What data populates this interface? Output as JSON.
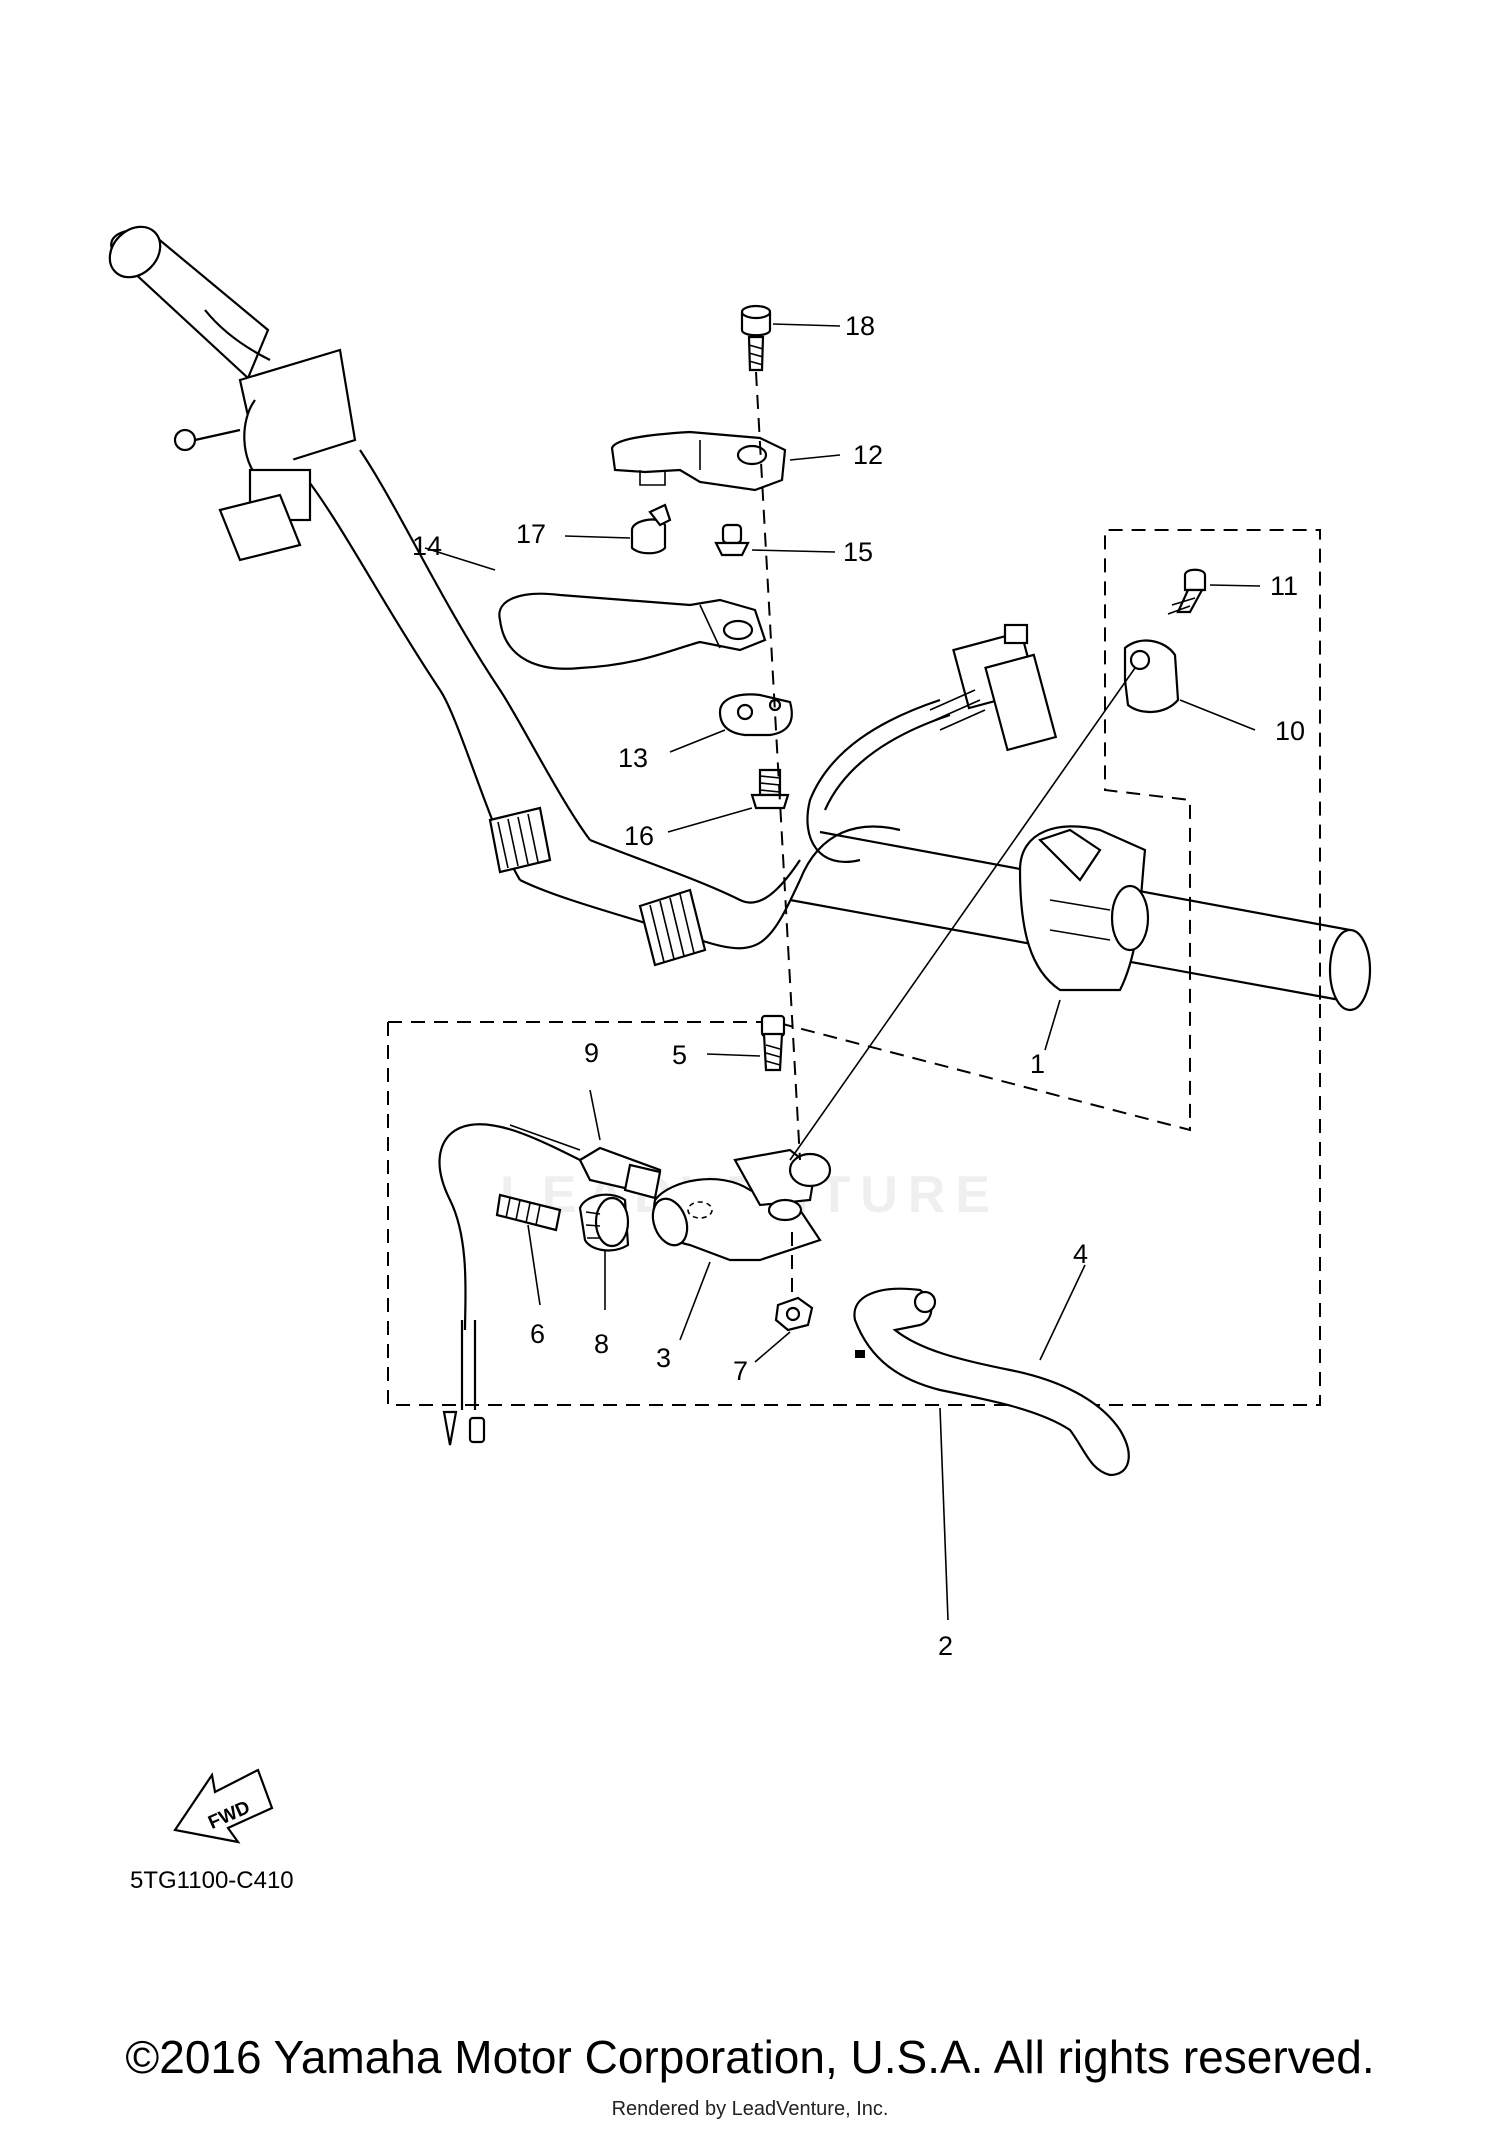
{
  "diagram_code": "5TG1100-C410",
  "fwd_label": "FWD",
  "watermark": "LEADVENTURE",
  "copyright": "©2016 Yamaha Motor Corporation, U.S.A. All rights reserved.",
  "rendered_by": "Rendered by LeadVenture, Inc.",
  "callouts": {
    "p1": "1",
    "p2": "2",
    "p3": "3",
    "p4": "4",
    "p5": "5",
    "p6": "6",
    "p7": "7",
    "p8": "8",
    "p9": "9",
    "p10": "10",
    "p11": "11",
    "p12": "12",
    "p13": "13",
    "p14": "14",
    "p15": "15",
    "p16": "16",
    "p17": "17",
    "p18": "18"
  }
}
